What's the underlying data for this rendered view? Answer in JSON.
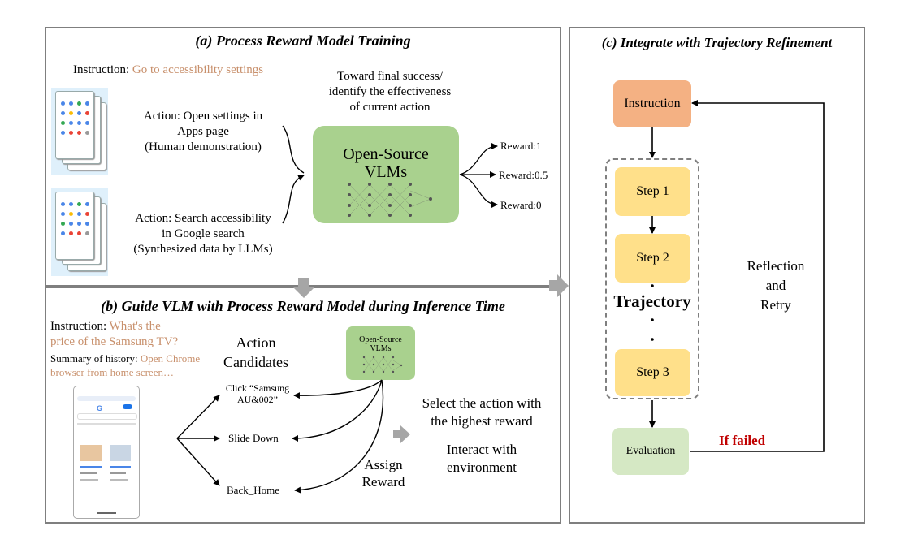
{
  "panel_a": {
    "title": "(a) Process Reward Model Training",
    "instruction_label": "Instruction:",
    "instruction_text": "Go to accessibility settings",
    "toward_line1": "Toward final success/",
    "toward_line2": "identify the effectiveness",
    "toward_line3": "of current action",
    "action1_line1": "Action: Open settings in",
    "action1_line2": "Apps page",
    "action1_line3": "(Human demonstration)",
    "action2_line1": "Action: Search accessibility",
    "action2_line2": "in Google search",
    "action2_line3": "(Synthesized data by LLMs)",
    "vlm_line1": "Open-Source",
    "vlm_line2": "VLMs",
    "rewards": [
      "Reward:1",
      "Reward:0.5",
      "Reward:0"
    ]
  },
  "panel_b": {
    "title": "(b) Guide VLM with Process Reward Model during Inference Time",
    "instruction_label": "Instruction:",
    "instruction_text_line1": "What's the",
    "instruction_text_line2": "price of the Samsung TV?",
    "summary_label": "Summary of history:",
    "summary_text_line1": "Open Chrome",
    "summary_text_line2": "browser from home screen…",
    "candidates_line1": "Action",
    "candidates_line2": "Candidates",
    "vlm_line1": "Open-Source",
    "vlm_line2": "VLMs",
    "candidate1_line1": "Click “Samsung",
    "candidate1_line2": "AU&002”",
    "candidate2": "Slide Down",
    "candidate3": "Back_Home",
    "assign_line1": "Assign",
    "assign_line2": "Reward",
    "select_line1": "Select the action with",
    "select_line2": "the highest reward",
    "interact_line1": "Interact with",
    "interact_line2": "environment"
  },
  "panel_c": {
    "title": "(c) Integrate with Trajectory Refinement",
    "instruction": "Instruction",
    "step1": "Step 1",
    "step2": "Step 2",
    "step3": "Step 3",
    "trajectory": "Trajectory",
    "evaluation": "Evaluation",
    "if_failed": "If failed",
    "reflection_line1": "Reflection",
    "reflection_line2": "and",
    "reflection_line3": "Retry"
  },
  "colors": {
    "border": "#7f7f7f",
    "instruction_text": "#c8906c",
    "vlm_green": "#a9d18e",
    "instruction_box": "#f4b183",
    "step_box": "#ffe08a",
    "evaluation_box": "#d5e8c4",
    "if_failed": "#c00000",
    "screen_bg": "#dff0fb"
  }
}
